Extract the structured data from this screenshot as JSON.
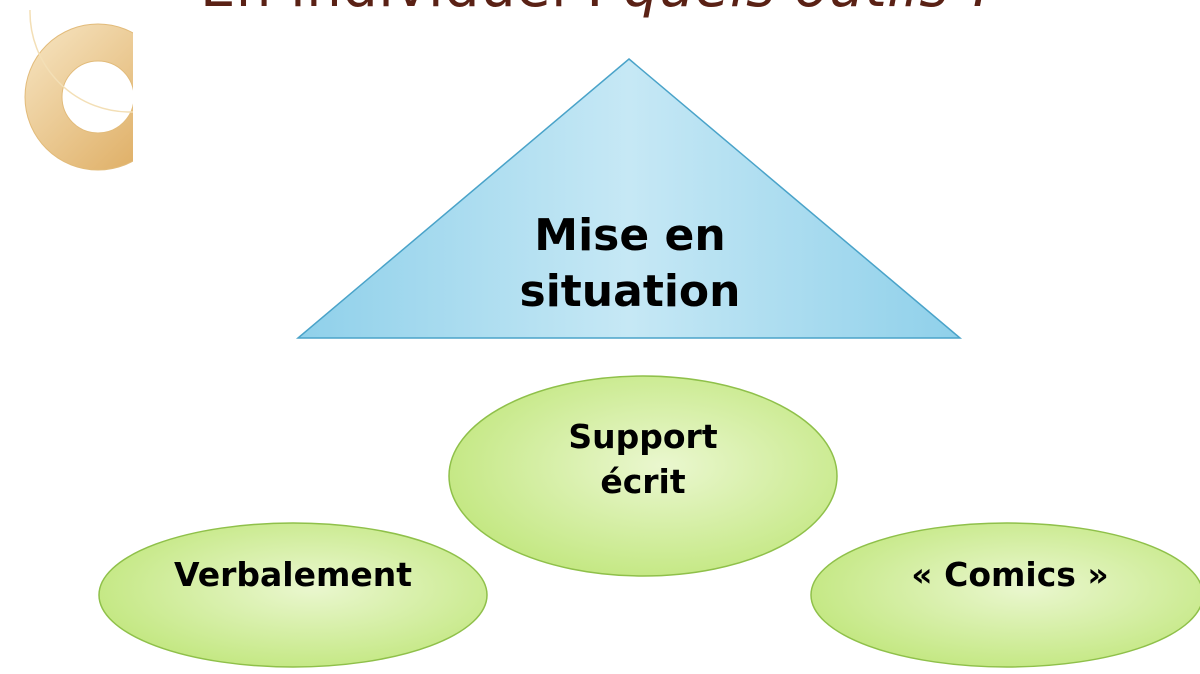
{
  "title": {
    "plain": "En individuel : ",
    "italic": "quels outils ?"
  },
  "diagram": {
    "top_shape": {
      "line1": "Mise en",
      "line2": "situation"
    },
    "center_ellipse": {
      "line1": "Support",
      "line2": "écrit"
    },
    "left_ellipse": {
      "label": "Verbalement"
    },
    "right_ellipse": {
      "label": "« Comics »"
    }
  },
  "colors": {
    "title": "#5a2115",
    "triangle_fill": "#9ed6ec",
    "triangle_stroke": "#4aa3c9",
    "ellipse_fill": "#c9ec8a",
    "ellipse_stroke": "#8fc04a",
    "decor_ring": "#e6b768"
  }
}
